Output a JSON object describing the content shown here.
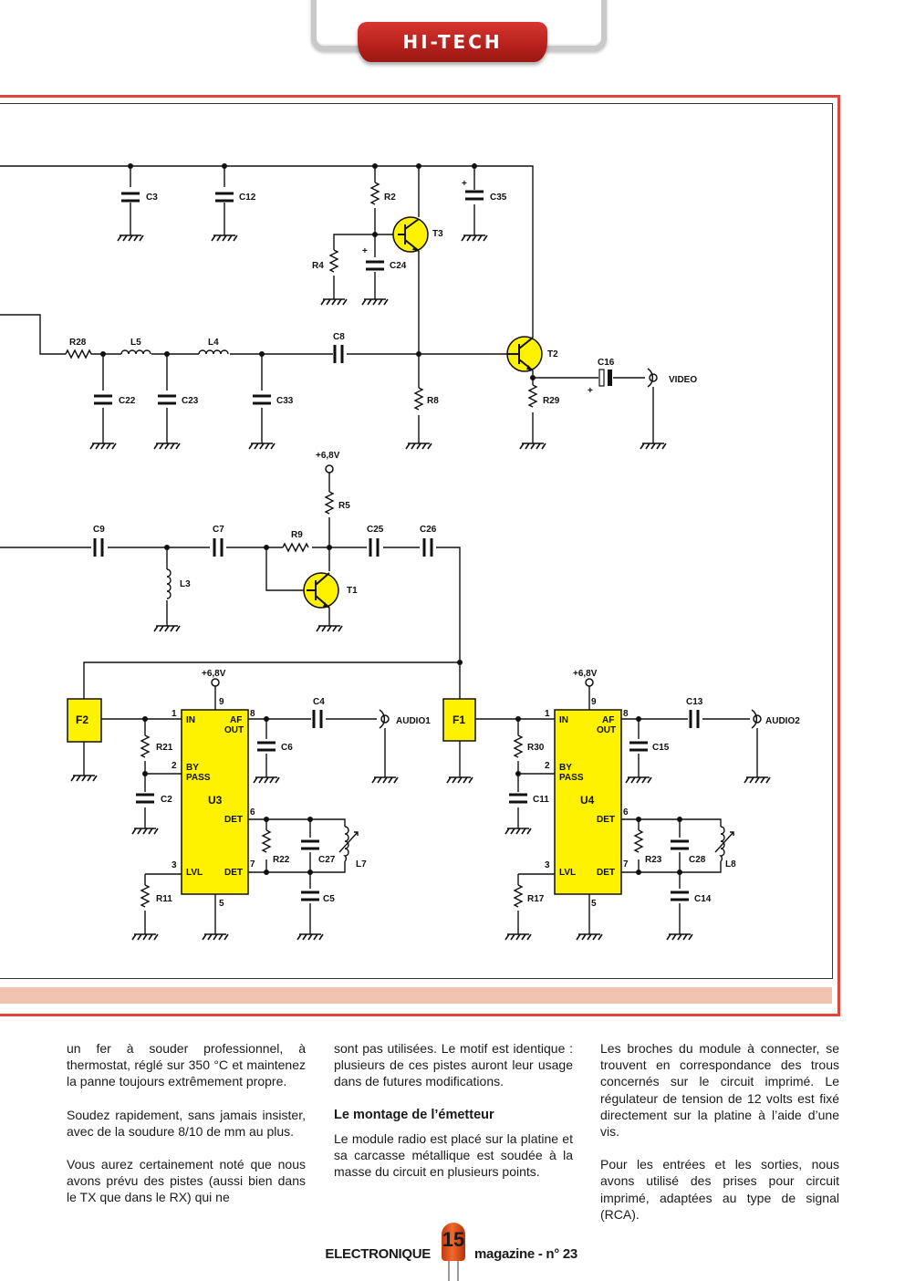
{
  "header": {
    "tab_label": "HI-TECH"
  },
  "schematic": {
    "labels": {
      "C3": "C3",
      "C12": "C12",
      "R2": "R2",
      "T3": "T3",
      "C35": "C35",
      "R4": "R4",
      "C24": "C24",
      "R28": "R28",
      "L5": "L5",
      "L4": "L4",
      "C8": "C8",
      "T2": "T2",
      "C16": "C16",
      "VIDEO": "VIDEO",
      "C22": "C22",
      "C23": "C23",
      "C33": "C33",
      "R8": "R8",
      "R29": "R29",
      "V68_top": "+6,8V",
      "R5": "R5",
      "C9": "C9",
      "C7": "C7",
      "R9": "R9",
      "C25": "C25",
      "C26": "C26",
      "L3": "L3",
      "T1": "T1",
      "V68_u3": "+6,8V",
      "V68_u4": "+6,8V",
      "F2": "F2",
      "F1": "F1",
      "C4": "C4",
      "AUDIO1": "AUDIO1",
      "C13": "C13",
      "AUDIO2": "AUDIO2",
      "R21": "R21",
      "C2": "C2",
      "C6": "C6",
      "R22": "R22",
      "C27": "C27",
      "L7": "L7",
      "R11": "R11",
      "C5": "C5",
      "R30": "R30",
      "C11": "C11",
      "C15": "C15",
      "R23": "R23",
      "C28": "C28",
      "L8": "L8",
      "R17": "R17",
      "C14": "C14",
      "U3": "U3",
      "U4": "U4",
      "pin_in": "IN",
      "pin_af": "AF",
      "pin_out": "OUT",
      "pin_by": "BY",
      "pin_pass": "PASS",
      "pin_det": "DET",
      "pin_lvl": "LVL",
      "n1": "1",
      "n2": "2",
      "n3": "3",
      "n5": "5",
      "n6": "6",
      "n7": "7",
      "n8": "8",
      "n9": "9",
      "plus": "+"
    }
  },
  "columns": {
    "col1": [
      "un fer à souder professionnel, à thermostat, réglé sur 350 °C et maintenez la panne toujours extrêmement propre.",
      "Soudez rapidement, sans jamais insister, avec de la soudure 8/10 de mm au plus.",
      "Vous aurez certainement noté que nous avons prévu des pistes (aussi bien dans le TX que dans le RX) qui ne"
    ],
    "col2_p1": "sont pas utilisées. Le motif est identique : plusieurs de ces pistes auront leur usage dans de futures modifications.",
    "col2_heading": "Le montage de l’émetteur",
    "col2_p2": "Le module radio est placé sur la platine et sa carcasse métallique est soudée à la masse du circuit en plusieurs points.",
    "col3": [
      "Les broches du module à connecter, se trouvent en correspondance des trous concernés sur le circuit imprimé. Le régulateur de tension de 12 volts est fixé directement sur la platine à l’aide d’une vis.",
      "Pour les entrées et les sorties, nous avons utilisé des prises pour circuit imprimé, adaptées au type de signal (RCA)."
    ]
  },
  "footer": {
    "magazine": "ELECTRONIQUE",
    "page_number": "15",
    "issue": "magazine - n° 23"
  },
  "colors": {
    "accent": "#e0443a",
    "component_fill": "#fff200",
    "band": "#f2c3b0"
  }
}
